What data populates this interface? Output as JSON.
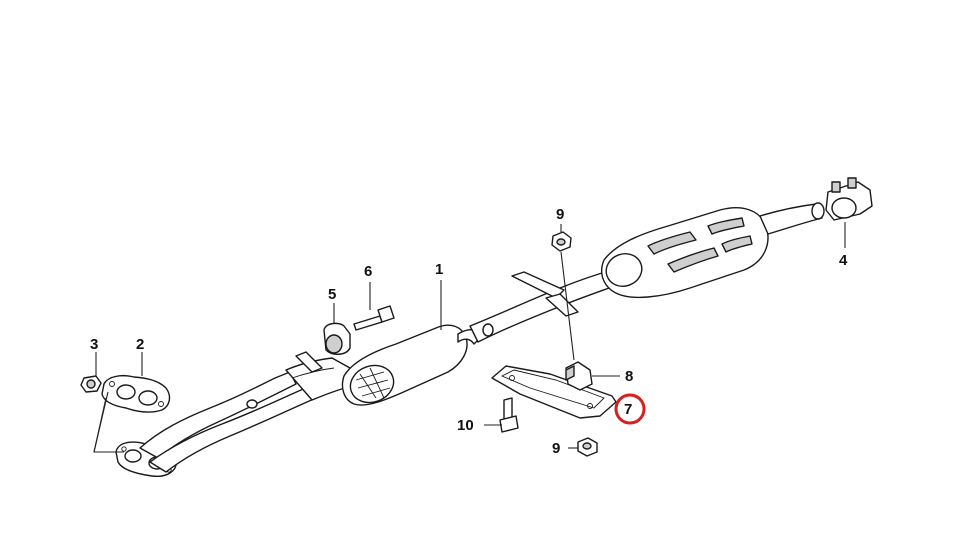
{
  "diagram": {
    "labels": [
      {
        "id": "1",
        "text": "1"
      },
      {
        "id": "2",
        "text": "2"
      },
      {
        "id": "3",
        "text": "3"
      },
      {
        "id": "4",
        "text": "4"
      },
      {
        "id": "5",
        "text": "5"
      },
      {
        "id": "6",
        "text": "6"
      },
      {
        "id": "7",
        "text": "7",
        "highlighted": true
      },
      {
        "id": "8",
        "text": "8"
      },
      {
        "id": "9a",
        "text": "9"
      },
      {
        "id": "9b",
        "text": "9"
      },
      {
        "id": "10",
        "text": "10"
      }
    ],
    "highlight_color": "#d81e1e",
    "line_color": "#1a1a1a",
    "part_fill": "#ffffff",
    "shade_fill": "#cfcfcf"
  }
}
